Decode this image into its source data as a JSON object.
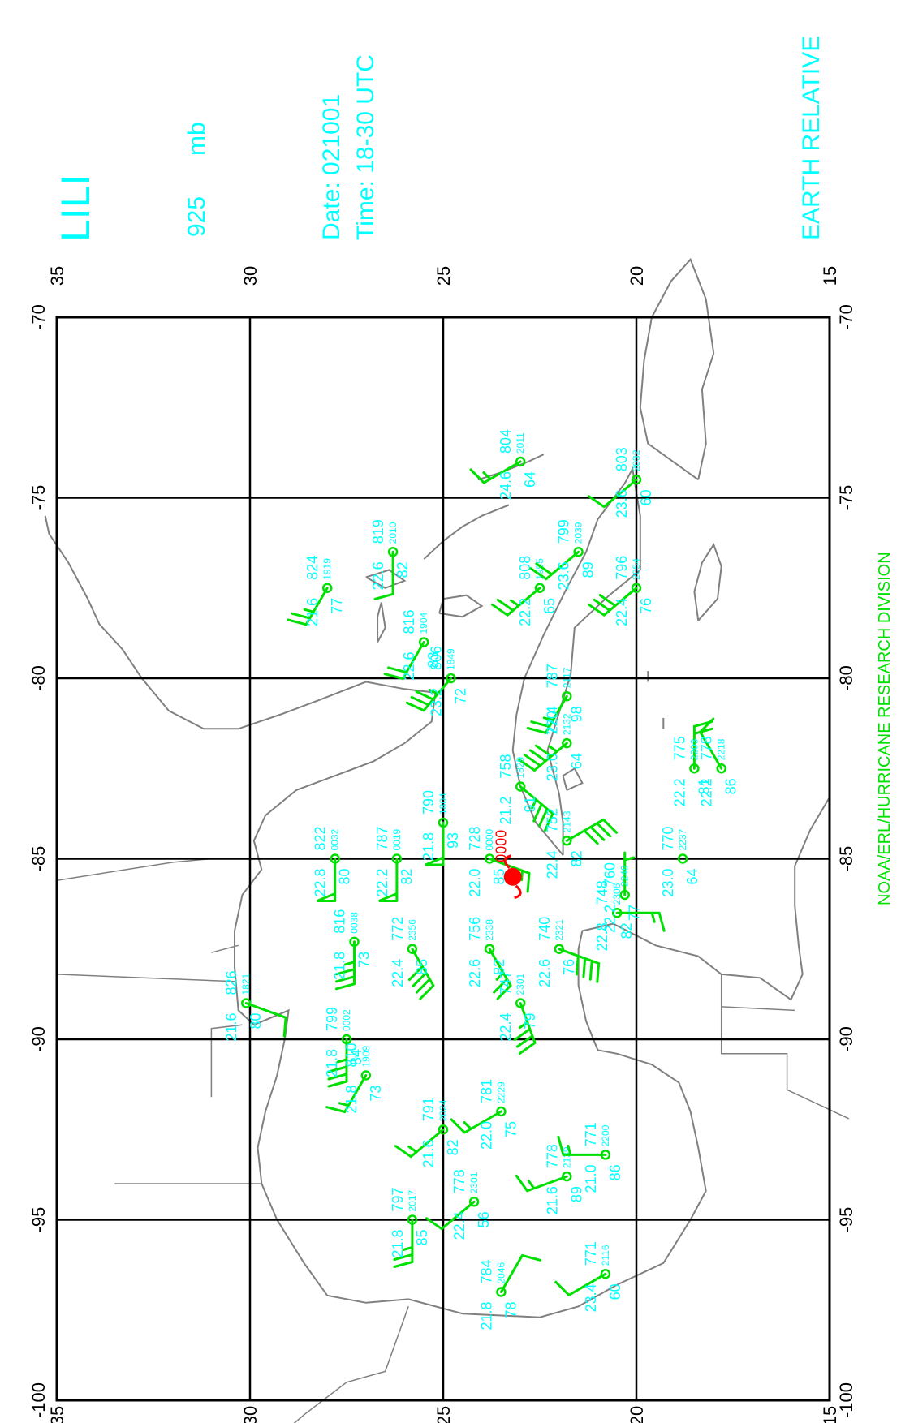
{
  "header": {
    "storm_name": "LILI",
    "level_value": "925",
    "level_unit": "mb",
    "date_line": "Date:  021001",
    "time_line": "Time:  18-30 UTC",
    "frame_note": "EARTH RELATIVE",
    "credit": "NOAA/ERL/HURRICANE RESEARCH DIVISION"
  },
  "axes": {
    "lon_ticks": [
      "-100",
      "-95",
      "-90",
      "-85",
      "-80",
      "-75",
      "-70"
    ],
    "lat_ticks": [
      "15",
      "20",
      "25",
      "30",
      "35"
    ],
    "lon_range": [
      -100,
      -70
    ],
    "lat_range": [
      15,
      35
    ],
    "grid": true
  },
  "storm": {
    "label": "0000",
    "lat": 23.2,
    "lon": -85.5
  },
  "colors": {
    "annotation": "#00ffff",
    "station": "#00e000",
    "credit": "#00e000",
    "storm": "#ff0000",
    "coastline": "#808080",
    "grid": "#000000"
  },
  "observations": [
    {
      "lat": 28.0,
      "lon": -77.5,
      "height": "824",
      "temp": "21.6",
      "rh": "77",
      "time": "1919",
      "dir": 300,
      "spd": 25
    },
    {
      "lat": 26.3,
      "lon": -76.5,
      "height": "819",
      "temp": "22.6",
      "rh": "82",
      "time": "2010",
      "dir": 270,
      "spd": 10
    },
    {
      "lat": 25.5,
      "lon": -79.0,
      "height": "816",
      "temp": "22.6",
      "rh": "83",
      "time": "1904",
      "dir": 300,
      "spd": 20
    },
    {
      "lat": 24.8,
      "lon": -80.0,
      "height": "806",
      "temp": "23.2",
      "rh": "72",
      "time": "1849",
      "dir": 310,
      "spd": 35
    },
    {
      "lat": 23.0,
      "lon": -74.0,
      "height": "804",
      "temp": "24.6",
      "rh": "64",
      "time": "2011",
      "dir": 330,
      "spd": 15
    },
    {
      "lat": 22.5,
      "lon": -77.5,
      "height": "808",
      "temp": "22.2",
      "rh": "65",
      "time": "1955",
      "dir": 320,
      "spd": 25
    },
    {
      "lat": 21.5,
      "lon": -76.5,
      "height": "799",
      "temp": "23.6",
      "rh": "89",
      "time": "2039",
      "dir": 320,
      "spd": 20
    },
    {
      "lat": 20.0,
      "lon": -74.5,
      "height": "803",
      "temp": "23.6",
      "rh": "60",
      "time": "2032",
      "dir": 320,
      "spd": 10
    },
    {
      "lat": 20.0,
      "lon": -77.5,
      "height": "796",
      "temp": "22.4",
      "rh": "76",
      "time": "2054",
      "dir": 320,
      "spd": 30
    },
    {
      "lat": 21.8,
      "lon": -80.5,
      "height": "787",
      "temp": "22.4",
      "rh": "98",
      "time": "2117",
      "dir": 300,
      "spd": 25
    },
    {
      "lat": 21.8,
      "lon": -81.8,
      "height": "770",
      "temp": "23.0",
      "rh": "64",
      "time": "2132",
      "dir": 320,
      "spd": 45
    },
    {
      "lat": 23.0,
      "lon": -83.0,
      "height": "758",
      "temp": "21.2",
      "rh": "91",
      "time": "1829",
      "dir": 220,
      "spd": 35
    },
    {
      "lat": 25.0,
      "lon": -84.0,
      "height": "790",
      "temp": "21.8",
      "rh": "93",
      "time": "1804",
      "dir": 270,
      "spd": 50
    },
    {
      "lat": 21.8,
      "lon": -84.5,
      "height": "752",
      "temp": "22.4",
      "rh": "82",
      "time": "2143",
      "dir": 150,
      "spd": 40
    },
    {
      "lat": 23.8,
      "lon": -85.0,
      "height": "728",
      "temp": "22.0",
      "rh": "85",
      "time": "0000",
      "dir": 200,
      "spd": 15
    },
    {
      "lat": 26.2,
      "lon": -85.0,
      "height": "787",
      "temp": "22.2",
      "rh": "82",
      "time": "0019",
      "dir": 270,
      "spd": 50
    },
    {
      "lat": 27.8,
      "lon": -85.0,
      "height": "822",
      "temp": "22.8",
      "rh": "80",
      "time": "0032",
      "dir": 270,
      "spd": 50
    },
    {
      "lat": 27.3,
      "lon": -87.3,
      "height": "816",
      "temp": "21.8",
      "rh": "73",
      "time": "0038",
      "dir": 270,
      "spd": 35
    },
    {
      "lat": 25.8,
      "lon": -87.5,
      "height": "772",
      "temp": "22.4",
      "rh": "85",
      "time": "2356",
      "dir": 240,
      "spd": 40
    },
    {
      "lat": 23.8,
      "lon": -87.5,
      "height": "756",
      "temp": "22.6",
      "rh": "82",
      "time": "2338",
      "dir": 240,
      "spd": 25
    },
    {
      "lat": 22.0,
      "lon": -87.5,
      "height": "740",
      "temp": "22.6",
      "rh": "76",
      "time": "2321",
      "dir": 200,
      "spd": 40
    },
    {
      "lat": 20.5,
      "lon": -86.5,
      "height": "748",
      "temp": "22.8",
      "rh": "82",
      "time": "2306",
      "dir": 180,
      "spd": 15
    },
    {
      "lat": 23.0,
      "lon": -89.0,
      "height": "747",
      "temp": "22.4",
      "rh": "79",
      "time": "2301",
      "dir": 250,
      "spd": 35
    },
    {
      "lat": 30.1,
      "lon": -89.0,
      "height": "826",
      "temp": "21.6",
      "rh": "80",
      "time": "1821",
      "dir": 200,
      "spd": 10
    },
    {
      "lat": 27.5,
      "lon": -90.0,
      "height": "799",
      "temp": "21.8",
      "rh": "84",
      "time": "0002",
      "dir": 270,
      "spd": 35
    },
    {
      "lat": 27.0,
      "lon": -91.0,
      "height": "810",
      "temp": "21.8",
      "rh": "73",
      "time": "1909",
      "dir": 300,
      "spd": 15
    },
    {
      "lat": 25.0,
      "lon": -92.5,
      "height": "791",
      "temp": "21.6",
      "rh": "82",
      "time": "2024",
      "dir": 320,
      "spd": 15
    },
    {
      "lat": 23.5,
      "lon": -92.0,
      "height": "781",
      "temp": "22.0",
      "rh": "75",
      "time": "2229",
      "dir": 330,
      "spd": 15
    },
    {
      "lat": 25.8,
      "lon": -95.0,
      "height": "797",
      "temp": "21.8",
      "rh": "85",
      "time": "2017",
      "dir": 270,
      "spd": 25
    },
    {
      "lat": 24.2,
      "lon": -94.5,
      "height": "778",
      "temp": "22.4",
      "rh": "56",
      "time": "2301",
      "dir": 320,
      "spd": 10
    },
    {
      "lat": 23.5,
      "lon": -97.0,
      "height": "784",
      "temp": "21.8",
      "rh": "78",
      "time": "2046",
      "dir": 120,
      "spd": 10
    },
    {
      "lat": 21.8,
      "lon": -93.8,
      "height": "778",
      "temp": "21.6",
      "rh": "89",
      "time": "2139",
      "dir": 340,
      "spd": 15
    },
    {
      "lat": 20.8,
      "lon": -93.2,
      "height": "771",
      "temp": "21.0",
      "rh": "86",
      "time": "2200",
      "dir": 0,
      "spd": 15
    },
    {
      "lat": 20.8,
      "lon": -96.5,
      "height": "771",
      "temp": "23.4",
      "rh": "60",
      "time": "2116",
      "dir": 330,
      "spd": 10
    },
    {
      "lat": 20.3,
      "lon": -86.0,
      "height": "760",
      "temp": "22.2",
      "rh": "77",
      "time": "2249",
      "dir": 90,
      "spd": 5
    },
    {
      "lat": 18.8,
      "lon": -85.0,
      "height": "770",
      "temp": "23.0",
      "rh": "64",
      "time": "2237",
      "dir": 90,
      "spd": 0
    },
    {
      "lat": 18.5,
      "lon": -82.5,
      "height": "775",
      "temp": "22.2",
      "rh": "81",
      "time": "2203",
      "dir": 90,
      "spd": 20
    },
    {
      "lat": 17.8,
      "lon": -82.5,
      "height": "778",
      "temp": "22.2",
      "rh": "86",
      "time": "2218",
      "dir": 60,
      "spd": 10
    }
  ]
}
